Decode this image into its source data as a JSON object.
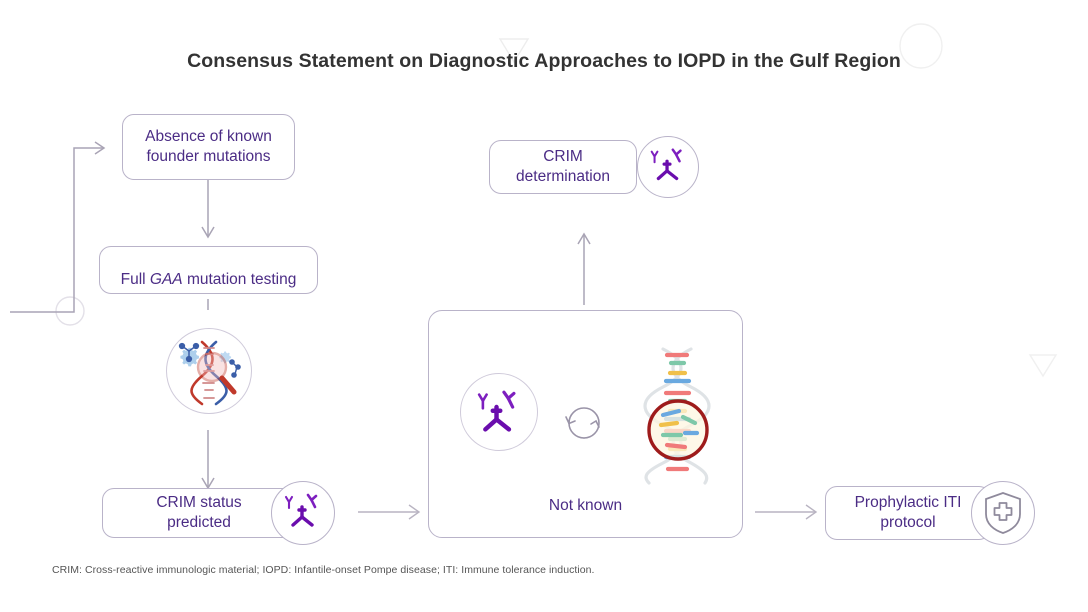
{
  "page": {
    "title": "Consensus Statement on Diagnostic Approaches to IOPD in the Gulf Region",
    "footnote": "CRIM: Cross-reactive immunologic material; IOPD: Infantile-onset Pompe disease; ITI: Immune tolerance induction.",
    "background_color": "#ffffff"
  },
  "colors": {
    "title_text": "#333333",
    "node_text": "#4b2c85",
    "node_border": "#b9b3c9",
    "connector": "#a9a4b5",
    "footnote_text": "#555555",
    "antibody_purple": "#7d1fbf",
    "antibody_dark": "#4a148c",
    "dna_red": "#c0392b",
    "dna_blue": "#3b5ea8",
    "gear_blue": "#9ec5e8",
    "highlight_ring": "#9e1b1b"
  },
  "nodes": [
    {
      "id": "absence-founder-mutations",
      "label": "Absence of known\nfounder mutations",
      "icon": null
    },
    {
      "id": "full-gaa-mutation-testing",
      "label_pre": "Full ",
      "label_italic": "GAA",
      "label_post": " mutation testing",
      "icon": null
    },
    {
      "id": "crim-status-predicted",
      "label": "CRIM status\npredicted",
      "icon": "antibody-icon"
    },
    {
      "id": "crim-determination",
      "label": "CRIM\ndetermination",
      "icon": "antibody-icon"
    },
    {
      "id": "prophylactic-iti-protocol",
      "label": "Prophylactic ITI\nprotocol",
      "icon": "shield-cross-icon"
    }
  ],
  "center_card": {
    "id": "not-known-card",
    "label": "Not known",
    "icons": [
      "antibody-circle-icon",
      "refresh-cycle-icon",
      "dna-helix-highlight-icon"
    ]
  },
  "standalone_icons": [
    {
      "id": "dna-magnifier-badge",
      "name": "dna-magnifier-icon"
    }
  ],
  "connectors": [
    {
      "id": "loop-left-to-absence",
      "type": "elbow-arrow"
    },
    {
      "id": "absence-to-gaa",
      "type": "down-arrow"
    },
    {
      "id": "gaa-to-crim-status",
      "type": "down-arrow"
    },
    {
      "id": "crim-status-to-not-known",
      "type": "right-arrow"
    },
    {
      "id": "not-known-to-crim-determination",
      "type": "up-arrow"
    },
    {
      "id": "not-known-to-iti",
      "type": "right-arrow"
    }
  ],
  "decorations": [
    {
      "id": "deco-triangle-top",
      "shape": "triangle-down"
    },
    {
      "id": "deco-circle-top-right",
      "shape": "circle"
    },
    {
      "id": "deco-triangle-right",
      "shape": "triangle-down"
    },
    {
      "id": "deco-circle-left",
      "shape": "circle"
    }
  ]
}
